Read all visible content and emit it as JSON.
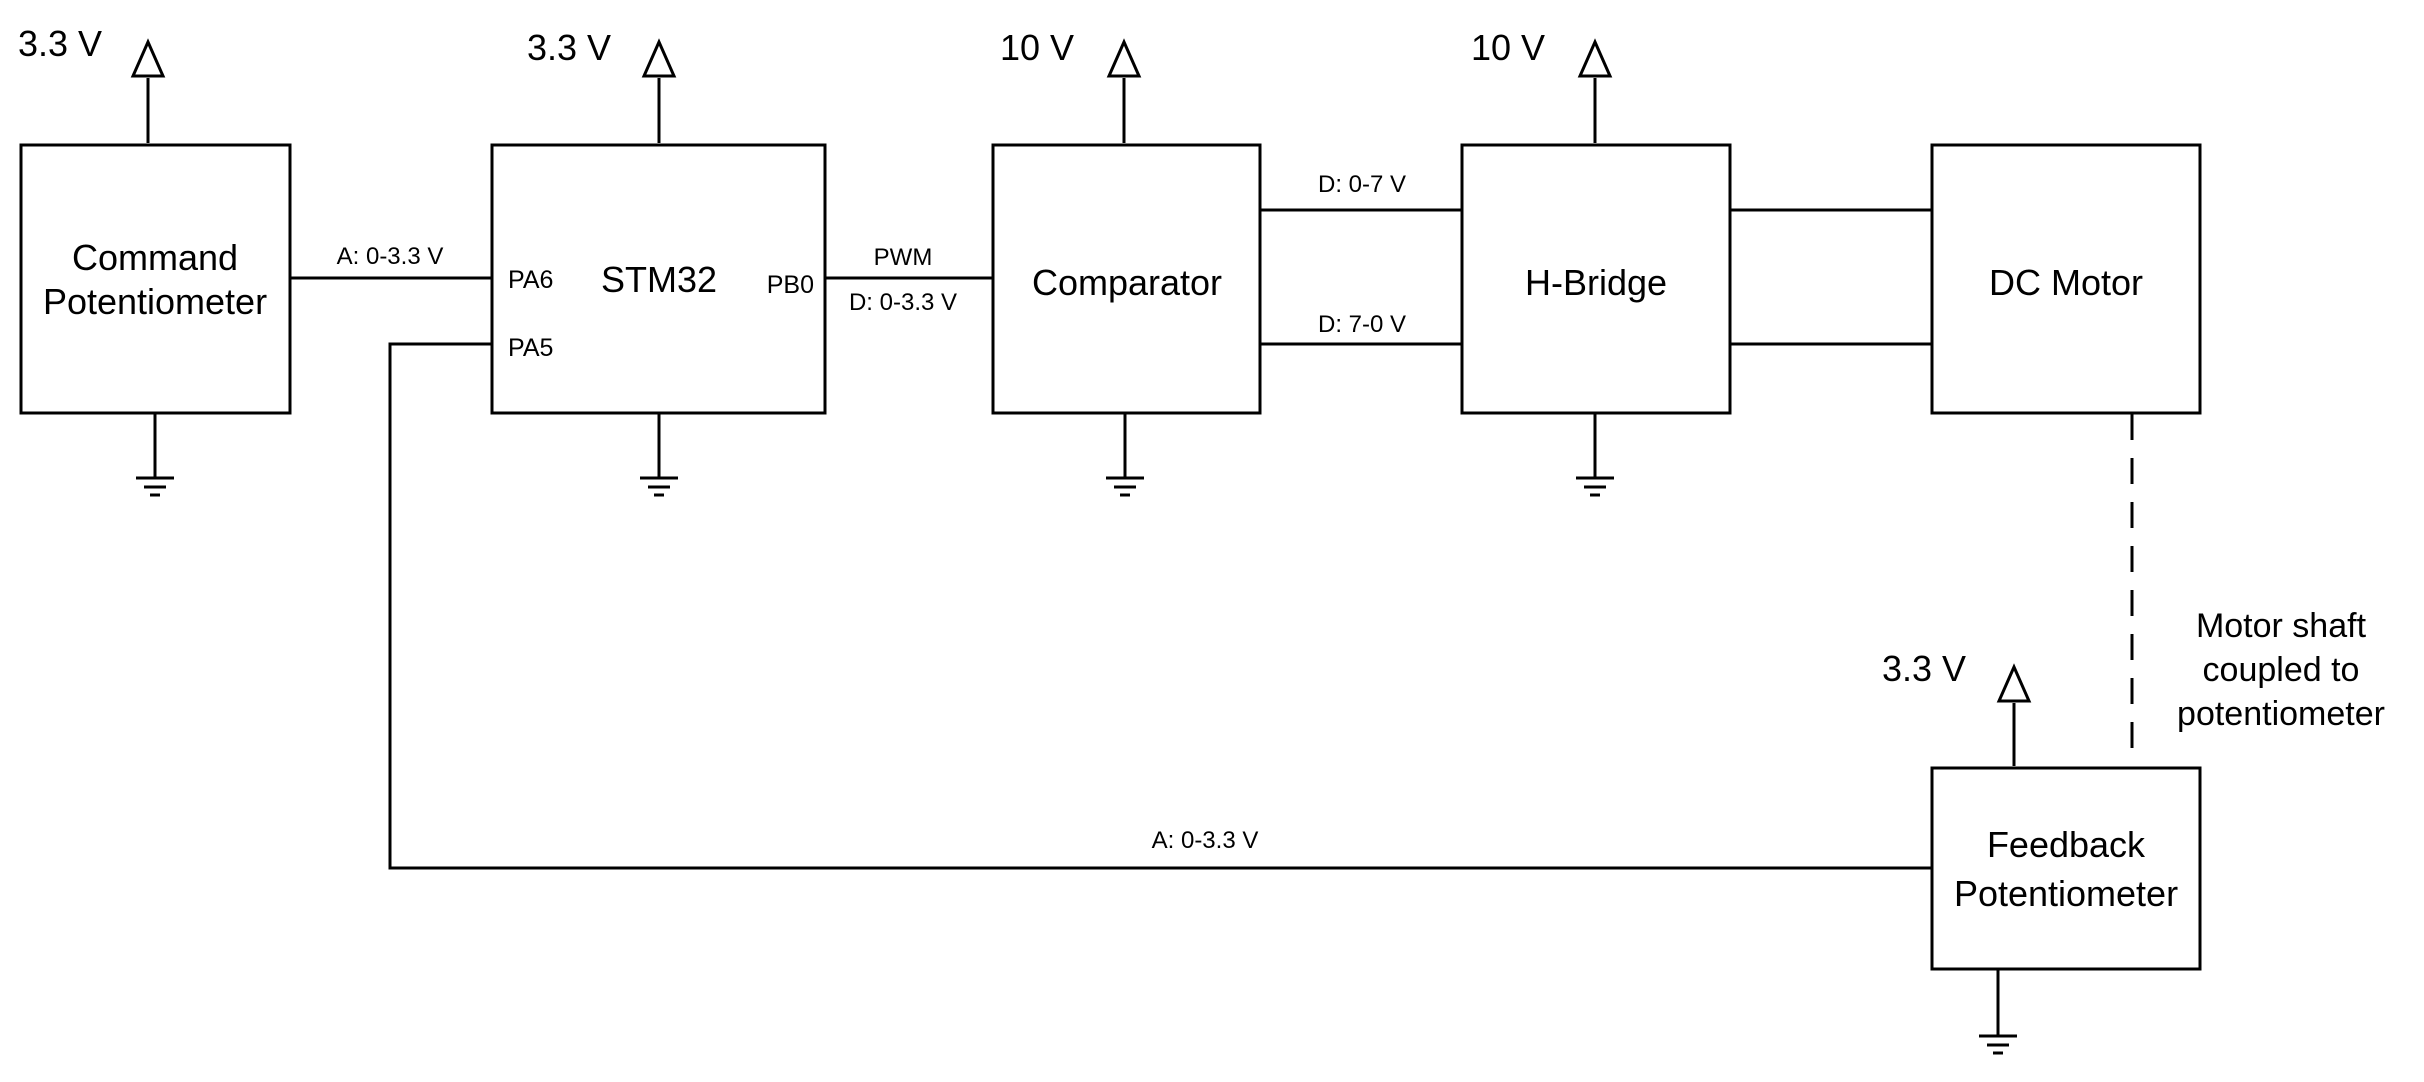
{
  "blocks": {
    "command_pot": {
      "line1": "Command",
      "line2": "Potentiometer"
    },
    "stm32": {
      "label": "STM32",
      "pin_pa6": "PA6",
      "pin_pa5": "PA5",
      "pin_pb0": "PB0"
    },
    "comparator": {
      "label": "Comparator"
    },
    "hbridge": {
      "label": "H-Bridge"
    },
    "dc_motor": {
      "label": "DC Motor"
    },
    "feedback_pot": {
      "line1": "Feedback",
      "line2": "Potentiometer"
    }
  },
  "supplies": {
    "command_pot": "3.3 V",
    "stm32": "3.3 V",
    "comparator": "10 V",
    "hbridge": "10 V",
    "feedback_pot": "3.3 V"
  },
  "signals": {
    "command_to_stm32": "A: 0-3.3 V",
    "pwm_label": "PWM",
    "pwm_range": "D: 0-3.3 V",
    "comp_to_hb_top": "D: 0-7 V",
    "comp_to_hb_bottom": "D: 7-0 V",
    "feedback_to_stm32": "A: 0-3.3 V"
  },
  "annotation": {
    "line1": "Motor shaft",
    "line2": "coupled to",
    "line3": "potentiometer"
  }
}
